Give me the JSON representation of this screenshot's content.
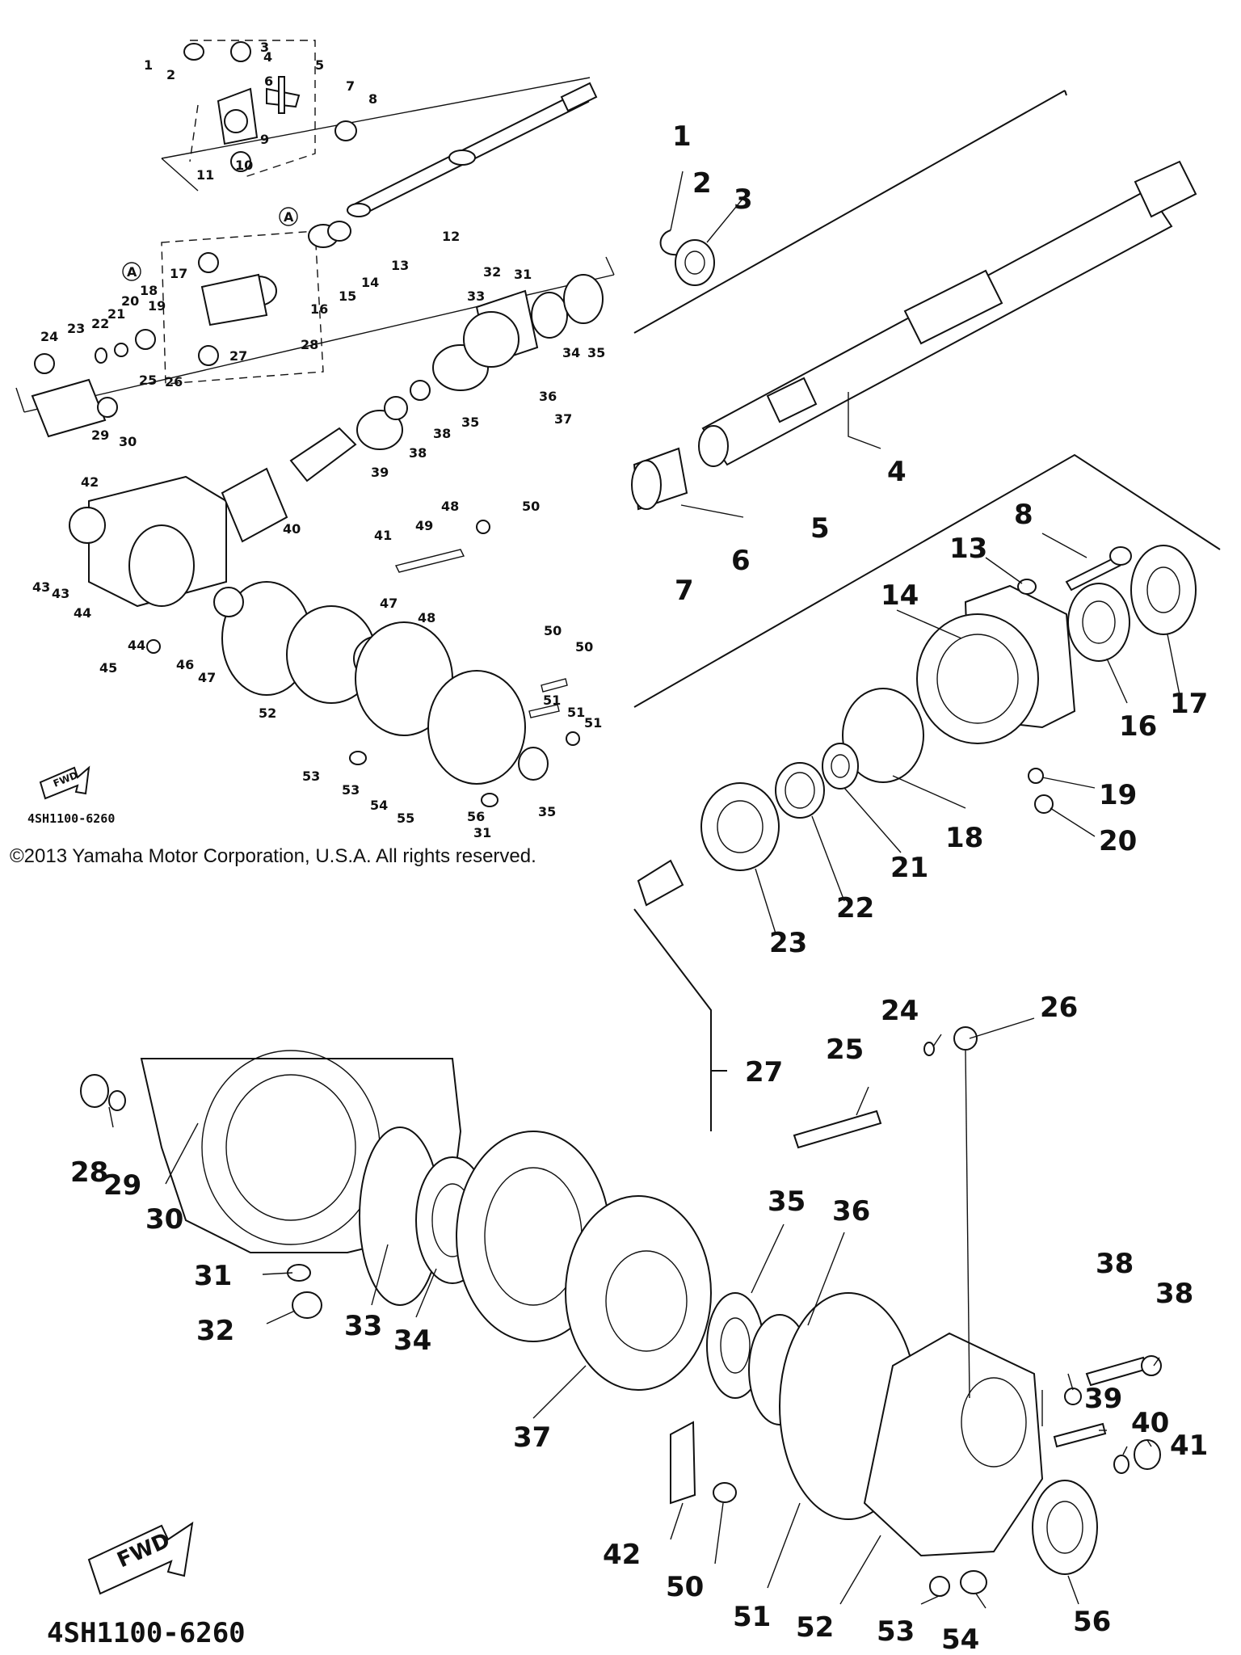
{
  "diagram": {
    "part_number": "4SH1100-6260",
    "copyright": "©2013 Yamaha Motor Corporation, U.S.A. All rights reserved.",
    "forward_label": "FWD",
    "ref_marker": "A",
    "callouts_small": [
      "1",
      "2",
      "3",
      "4",
      "5",
      "6",
      "7",
      "8",
      "9",
      "10",
      "11",
      "12",
      "13",
      "14",
      "15",
      "16",
      "17",
      "18",
      "19",
      "20",
      "21",
      "22",
      "23",
      "24",
      "25",
      "26",
      "27",
      "28",
      "29",
      "30",
      "31",
      "32",
      "33",
      "34",
      "35",
      "35",
      "36",
      "37",
      "38",
      "38",
      "39",
      "40",
      "41",
      "42",
      "43",
      "43",
      "44",
      "44",
      "45",
      "46",
      "47",
      "47",
      "48",
      "48",
      "49",
      "50",
      "50",
      "50",
      "51",
      "51",
      "51",
      "52",
      "53",
      "53",
      "54",
      "55",
      "56"
    ],
    "callouts_large": [
      "1",
      "2",
      "3",
      "4",
      "5",
      "6",
      "7",
      "8",
      "13",
      "14",
      "16",
      "17",
      "18",
      "19",
      "20",
      "21",
      "22",
      "23",
      "24",
      "25",
      "26",
      "27",
      "28",
      "29",
      "30",
      "31",
      "32",
      "33",
      "34",
      "35",
      "36",
      "37",
      "38",
      "38",
      "39",
      "40",
      "41",
      "42",
      "50",
      "51",
      "52",
      "53",
      "54",
      "56"
    ]
  }
}
